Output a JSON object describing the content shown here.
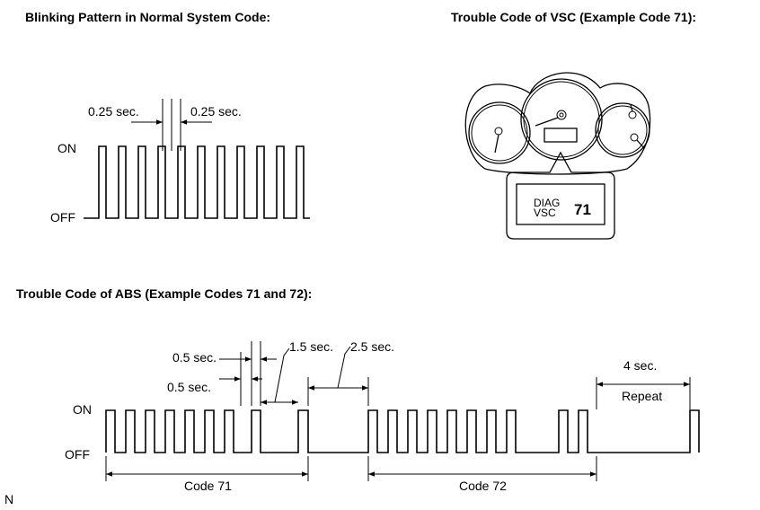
{
  "headings": {
    "normal": "Blinking Pattern in Normal System Code:",
    "vsc": "Trouble Code of VSC (Example Code 71):",
    "abs": "Trouble Code of ABS (Example Codes 71 and 72):"
  },
  "normal_pattern": {
    "on_label": "ON",
    "off_label": "OFF",
    "interval_left": "0.25 sec.",
    "interval_right": "0.25 sec."
  },
  "vsc_display": {
    "diag_line1": "DIAG",
    "diag_line2": "VSC",
    "code": "71"
  },
  "abs_pattern": {
    "on_label": "ON",
    "off_label": "OFF",
    "t_05_a": "0.5 sec.",
    "t_05_b": "0.5 sec.",
    "t_15": "1.5 sec.",
    "t_25": "2.5 sec.",
    "t_4": "4 sec.",
    "repeat": "Repeat",
    "code1": "Code 71",
    "code2": "Code 72"
  },
  "corner_mark": "N"
}
